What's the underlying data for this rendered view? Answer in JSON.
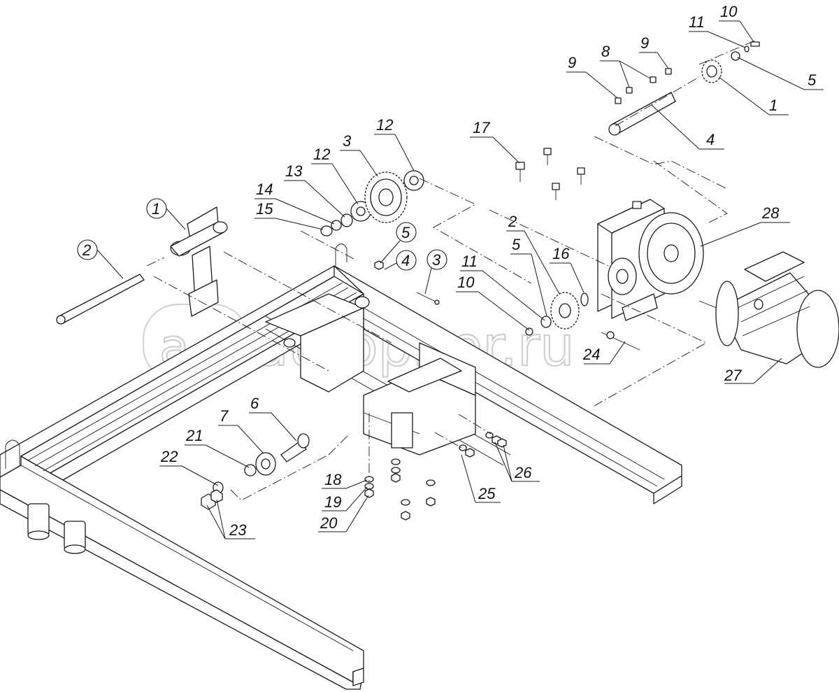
{
  "watermark": {
    "text": "autopiter.ru"
  },
  "callouts": [
    {
      "id": "c1",
      "text": "10"
    },
    {
      "id": "c2",
      "text": "11"
    },
    {
      "id": "c3",
      "text": "5"
    },
    {
      "id": "c4",
      "text": "9"
    },
    {
      "id": "c5",
      "text": "8"
    },
    {
      "id": "c6",
      "text": "9"
    },
    {
      "id": "c7",
      "text": "1"
    },
    {
      "id": "c8",
      "text": "4"
    },
    {
      "id": "c9",
      "text": "17"
    },
    {
      "id": "c10",
      "text": "12"
    },
    {
      "id": "c11",
      "text": "3"
    },
    {
      "id": "c12",
      "text": "12"
    },
    {
      "id": "c13",
      "text": "13"
    },
    {
      "id": "c14",
      "text": "14"
    },
    {
      "id": "c15",
      "text": "15"
    },
    {
      "id": "c16",
      "text": "1"
    },
    {
      "id": "c17",
      "text": "2"
    },
    {
      "id": "c18",
      "text": "5"
    },
    {
      "id": "c19",
      "text": "4"
    },
    {
      "id": "c20",
      "text": "3"
    },
    {
      "id": "c21",
      "text": "2"
    },
    {
      "id": "c22",
      "text": "5"
    },
    {
      "id": "c23",
      "text": "16"
    },
    {
      "id": "c24",
      "text": "11"
    },
    {
      "id": "c25",
      "text": "10"
    },
    {
      "id": "c26",
      "text": "28"
    },
    {
      "id": "c27",
      "text": "24"
    },
    {
      "id": "c28",
      "text": "27"
    },
    {
      "id": "c29",
      "text": "7"
    },
    {
      "id": "c30",
      "text": "6"
    },
    {
      "id": "c31",
      "text": "21"
    },
    {
      "id": "c32",
      "text": "22"
    },
    {
      "id": "c33",
      "text": "23"
    },
    {
      "id": "c34",
      "text": "18"
    },
    {
      "id": "c35",
      "text": "19"
    },
    {
      "id": "c36",
      "text": "20"
    },
    {
      "id": "c37",
      "text": "25"
    },
    {
      "id": "c38",
      "text": "26"
    }
  ]
}
